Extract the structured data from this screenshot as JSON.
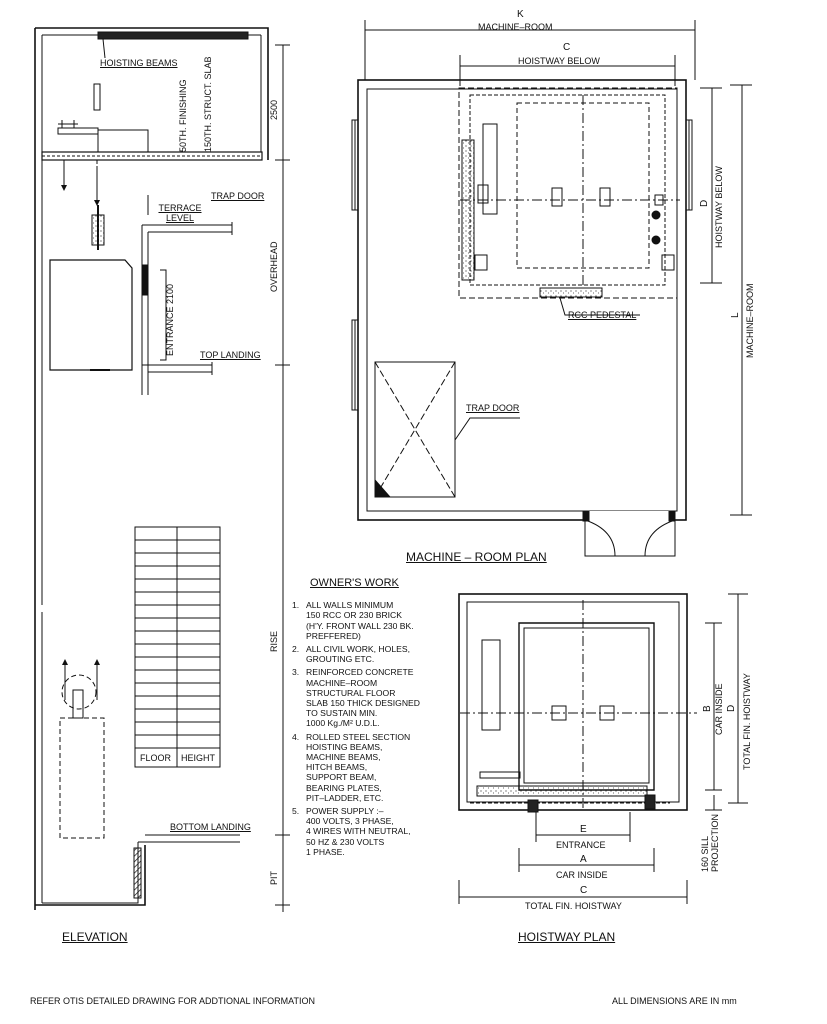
{
  "elevation": {
    "title": "ELEVATION",
    "hoisting_beams": "HOISTING BEAMS",
    "finishing": "50TH. FINISHING",
    "struct_slab": "150TH. STRUCT. SLAB",
    "dim_2500": "2500",
    "trap_door": "TRAP DOOR",
    "terrace_level": "TERRACE LEVEL",
    "overhead": "OVERHEAD",
    "entrance_2100": "ENTRANCE 2100",
    "top_landing": "TOP LANDING",
    "rise": "RISE",
    "floor": "FLOOR",
    "height": "HEIGHT",
    "bottom_landing": "BOTTOM LANDING",
    "pit": "PIT"
  },
  "machine_room": {
    "title": "MACHINE – ROOM PLAN",
    "K": "K",
    "K_label": "MACHINE–ROOM",
    "C": "C",
    "C_label": "HOISTWAY BELOW",
    "D": "D",
    "D_label": "HOISTWAY BELOW",
    "L": "L",
    "L_label": "MACHINE–ROOM",
    "rcc_pedestal": "RCC PEDESTAL",
    "trap_door": "TRAP DOOR"
  },
  "owners_work": {
    "title": "OWNER'S WORK",
    "items": [
      {
        "n": "1.",
        "text": "ALL WALLS MINIMUM\n150 RCC OR 230 BRICK\n(H'Y. FRONT WALL 230 BK.\nPREFFERED)"
      },
      {
        "n": "2.",
        "text": "ALL CIVIL WORK, HOLES,\nGROUTING ETC."
      },
      {
        "n": "3.",
        "text": "REINFORCED CONCRETE\nMACHINE–ROOM\nSTRUCTURAL FLOOR\nSLAB 150 THICK DESIGNED\nTO SUSTAIN MIN.\n1000 Kg./M² U.D.L."
      },
      {
        "n": "4.",
        "text": "ROLLED STEEL SECTION\nHOISTING BEAMS,\nMACHINE BEAMS,\nHITCH BEAMS,\nSUPPORT BEAM,\nBEARING PLATES,\nPIT–LADDER, ETC."
      },
      {
        "n": "5.",
        "text": "POWER SUPPLY :–\n400 VOLTS, 3 PHASE,\n4 WIRES WITH NEUTRAL,\n50 HZ & 230 VOLTS\n1 PHASE."
      }
    ]
  },
  "hoistway": {
    "title": "HOISTWAY PLAN",
    "B": "B",
    "B_label": "CAR INSIDE",
    "D": "D",
    "D_label": "TOTAL FIN. HOISTWAY",
    "sill": "160 SILL PROJECTION",
    "E": "E",
    "E_label": "ENTRANCE",
    "A": "A",
    "A_label": "CAR INSIDE",
    "C": "C",
    "C_label": "TOTAL FIN. HOISTWAY"
  },
  "footer": {
    "left": "REFER OTIS DETAILED DRAWING FOR ADDTIONAL INFORMATION",
    "right": "ALL DIMENSIONS ARE IN mm"
  }
}
